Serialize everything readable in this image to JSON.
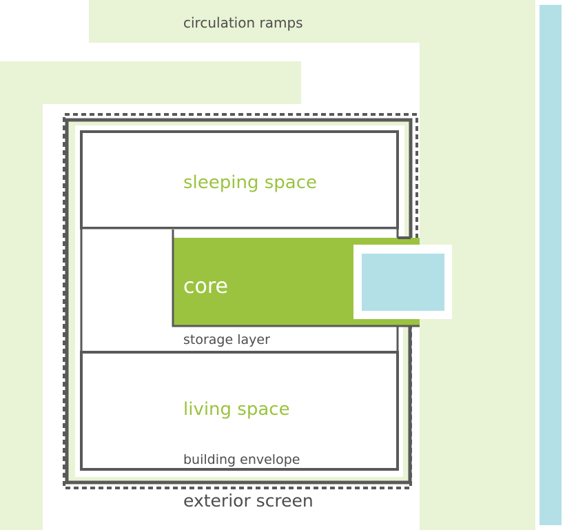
{
  "labels": {
    "circulation_ramps": "circulation ramps",
    "sleeping_space": "sleeping space",
    "core": "core",
    "storage_layer": "storage layer",
    "living_space": "living space",
    "building_envelope": "building envelope",
    "exterior_screen": "exterior screen"
  },
  "colors": {
    "circulation": "#e9f3d5",
    "core": "#9bc33f",
    "water": "#b3e0e6",
    "walls": "#595959",
    "text_dark": "#4d4d4d",
    "text_green": "#9bc33f"
  }
}
